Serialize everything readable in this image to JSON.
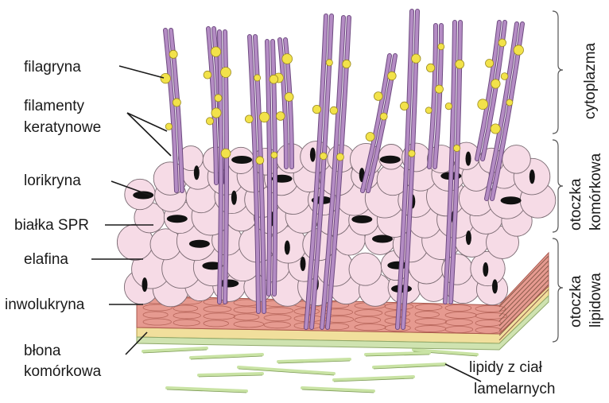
{
  "labels_left": {
    "filagryna": "filagryna",
    "filamenty_1": "filamenty",
    "filamenty_2": "keratynowe",
    "lorikryna": "lorikryna",
    "bialka_spr": "białka SPR",
    "elafina": "elafina",
    "inwolukryna": "inwolukryna",
    "blona_1": "błona",
    "blona_2": "komórkowa"
  },
  "labels_bottom_right": {
    "lipidy_1": "lipidy z ciał",
    "lipidy_2": "lamelarnych"
  },
  "labels_right": {
    "cytoplazma": "cytoplazma",
    "otoczka_kom_1": "otoczka",
    "otoczka_kom_2": "komórkowa",
    "otoczka_lip_1": "otoczka",
    "otoczka_lip_2": "lipidowa"
  },
  "colors": {
    "filament": "#b48cc4",
    "filament_edge": "#6e4a80",
    "filaggrin": "#f2e24a",
    "loricrin": "#f6dbe6",
    "spr": "#111111",
    "involucrin": "#e69a90",
    "membrane": "#f1df9c",
    "lipid": "#c9e3a4"
  }
}
